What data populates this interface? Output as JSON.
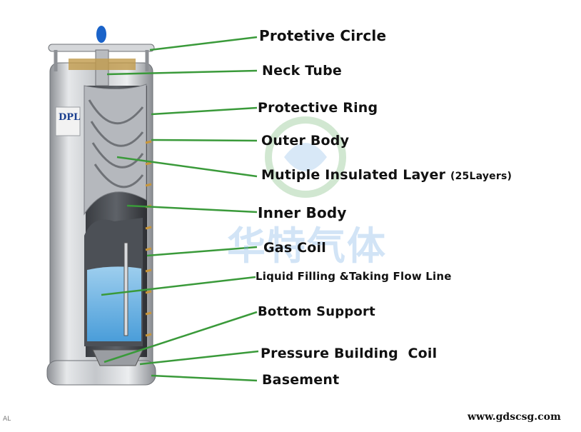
{
  "labels": [
    {
      "text": "Protetive Circle"
    },
    {
      "text": "Neck Tube"
    },
    {
      "text": "Protective Ring"
    },
    {
      "text": "Outer Body"
    },
    {
      "text": "Mutiple Insulated Layer",
      "note": "(25Layers)"
    },
    {
      "text": "Inner Body"
    },
    {
      "text": "Gas Coil"
    },
    {
      "text": "Liquid Filling &Taking Flow Line"
    },
    {
      "text": "Bottom Support"
    },
    {
      "text": "Pressure Building  Coil"
    },
    {
      "text": "Basement"
    }
  ],
  "watermark": "华特气体",
  "website": "www.gdscsg.com",
  "corner_mark": "AL",
  "cylinder_badge": "DPL",
  "colors": {
    "leader_line": "#3a9a3a",
    "steel": "#c9ccd0",
    "liquid": "#7fc4f0",
    "valve_knob": "#1a63c9",
    "coil": "#c8963a"
  }
}
